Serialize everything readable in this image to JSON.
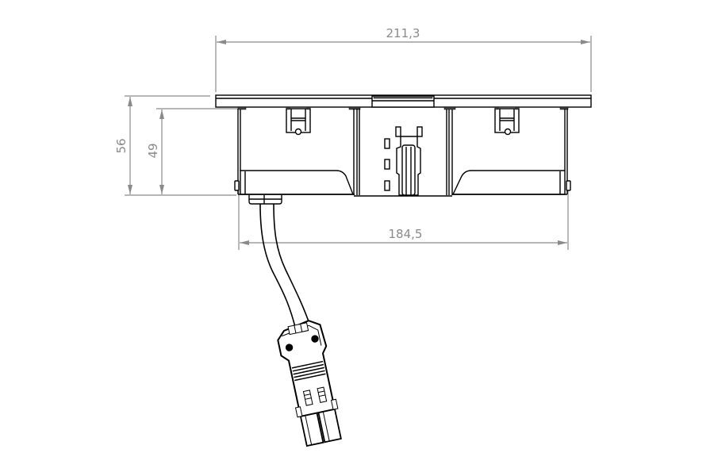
{
  "drawing": {
    "type": "dimensioned technical drawing (front view)",
    "subject": "recessed enclosure with cable and plug connector",
    "colors": {
      "outline": "#000000",
      "dimension": "#8a8a8a",
      "background": "#ffffff"
    }
  },
  "dimensions": {
    "overall_width": {
      "label": "211,3",
      "orientation": "horizontal"
    },
    "body_width": {
      "label": "184,5",
      "orientation": "horizontal"
    },
    "overall_height": {
      "label": "56",
      "orientation": "vertical"
    },
    "body_height": {
      "label": "49",
      "orientation": "vertical"
    }
  },
  "parts": [
    "top-flange",
    "left-housing",
    "center-module",
    "right-housing",
    "left-clip",
    "right-clip",
    "cable-gland",
    "cable",
    "plug-connector"
  ]
}
